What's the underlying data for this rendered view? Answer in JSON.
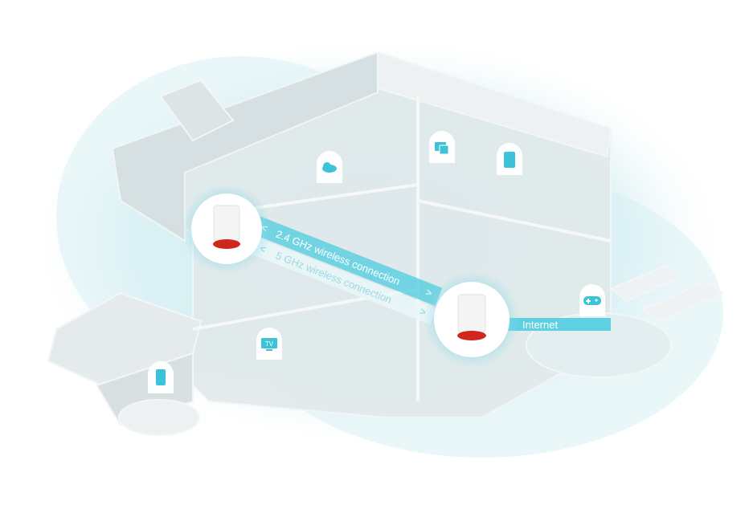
{
  "diagram": {
    "connections": {
      "band_24": "2.4 GHz wireless connection",
      "band_5": "5 GHz wireless connection",
      "internet": "Internet"
    },
    "devices": [
      {
        "icon": "cloud-icon"
      },
      {
        "icon": "monitor-icon"
      },
      {
        "icon": "tablet-icon"
      },
      {
        "icon": "tv-icon",
        "label": "TV"
      },
      {
        "icon": "gamepad-icon"
      },
      {
        "icon": "phone-icon"
      }
    ],
    "colors": {
      "accent": "#3cc3d9",
      "router_base": "#d0261c",
      "house": "#e4e9ea",
      "glow": "#bfe6ec"
    }
  }
}
